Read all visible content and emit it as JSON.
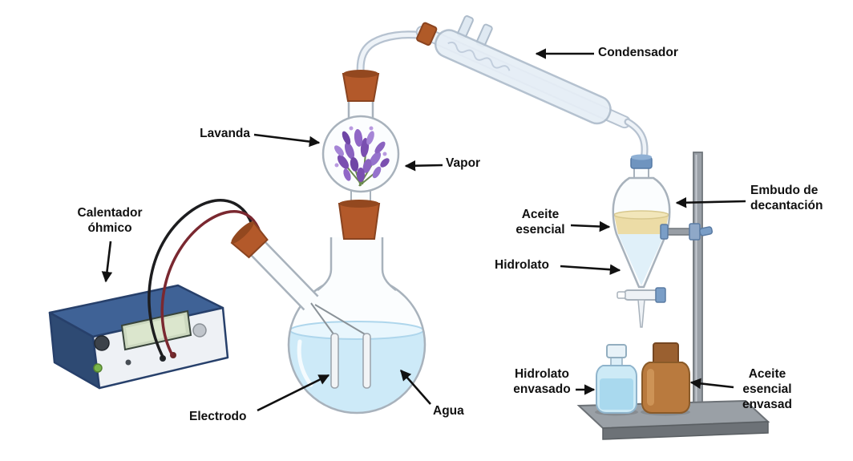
{
  "diagram": {
    "labels": {
      "calentador": "Calentador\nóhmico",
      "lavanda": "Lavanda",
      "vapor": "Vapor",
      "condensador": "Condensador",
      "embudo": "Embudo de\ndecantación",
      "aceite_esencial": "Aceite\nesencial",
      "hidrolato": "Hidrolato",
      "electrodo": "Electrodo",
      "agua": "Agua",
      "hidrolato_envasado": "Hidrolato\nenvasado",
      "aceite_esencial_envasado": "Aceite\nesencial\nenvasad"
    },
    "colors": {
      "stopper_orange": "#b3592a",
      "heater_blue": "#3f6296",
      "display_green": "#ccd8bf",
      "water_blue": "#cdeaf8",
      "lavender_purple": "#7a4fb0",
      "oil_yellow": "#ecdca6",
      "hydrolat_blue": "#e0f0f9",
      "amber_bottle": "#b97a3e",
      "blue_bottle": "#cdeaf6",
      "stand_gray": "#9aa0a6",
      "arrow_black": "#111111"
    }
  }
}
